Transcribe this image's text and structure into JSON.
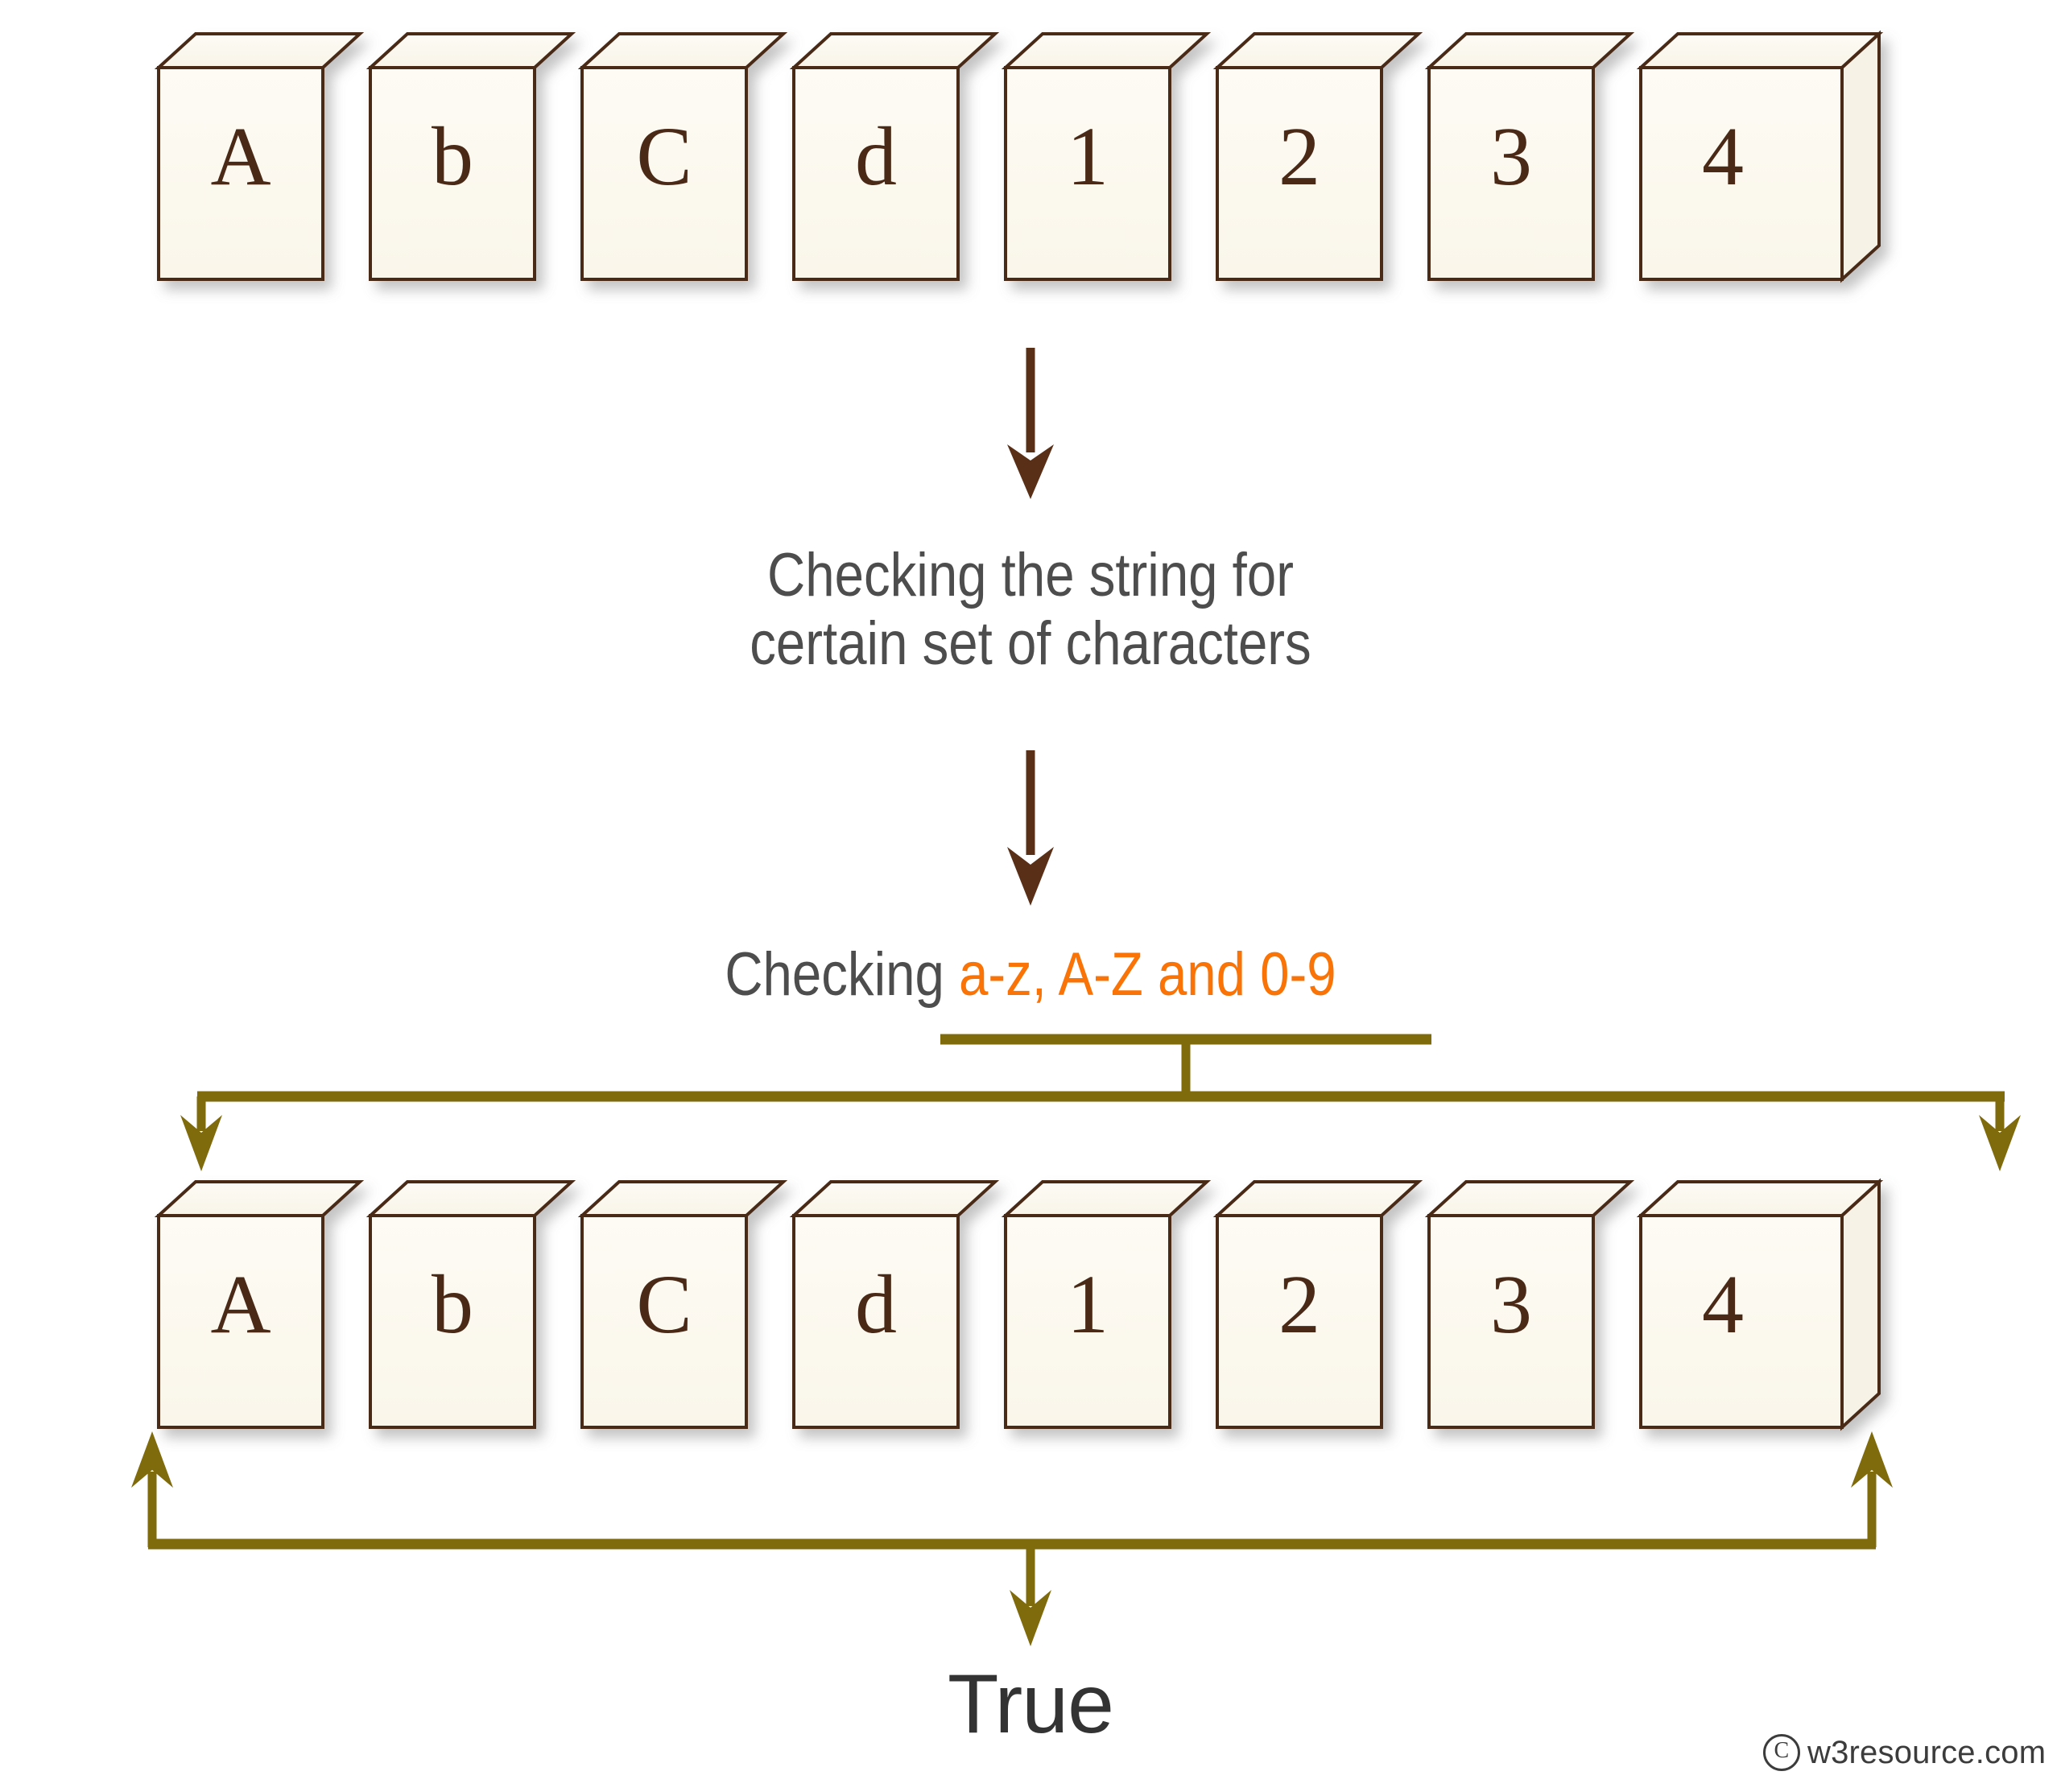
{
  "diagram": {
    "title": "Checking the string for certain set of characters",
    "colors": {
      "box_fill": "#fbf8ef",
      "box_top_fill": "#faf7ee",
      "box_side_fill": "#f7f3e8",
      "box_outline_dark": "#4a2a17",
      "box_outline_light": "#9c8f82",
      "arrow_brown": "#5a2f17",
      "bracket_olive": "#7f6a0c",
      "text_gray": "#4d4d4d",
      "text_orange": "#f97306",
      "result_text": "#333333"
    },
    "rows": [
      {
        "name": "input-string-row",
        "cells": [
          "A",
          "b",
          "C",
          "d",
          "1",
          "2",
          "3",
          "4"
        ]
      },
      {
        "name": "validated-string-row",
        "cells": [
          "A",
          "b",
          "C",
          "d",
          "1",
          "2",
          "3",
          "4"
        ]
      }
    ],
    "steps": [
      {
        "id": "step-1",
        "line1": "Checking the string for",
        "line2": "certain set of characters"
      },
      {
        "id": "step-2",
        "prefix": "Checking ",
        "highlight": "a-z, A-Z and 0-9"
      }
    ],
    "result": {
      "label": "True"
    },
    "watermark": {
      "symbol": "C",
      "text": "w3resource.com"
    }
  }
}
